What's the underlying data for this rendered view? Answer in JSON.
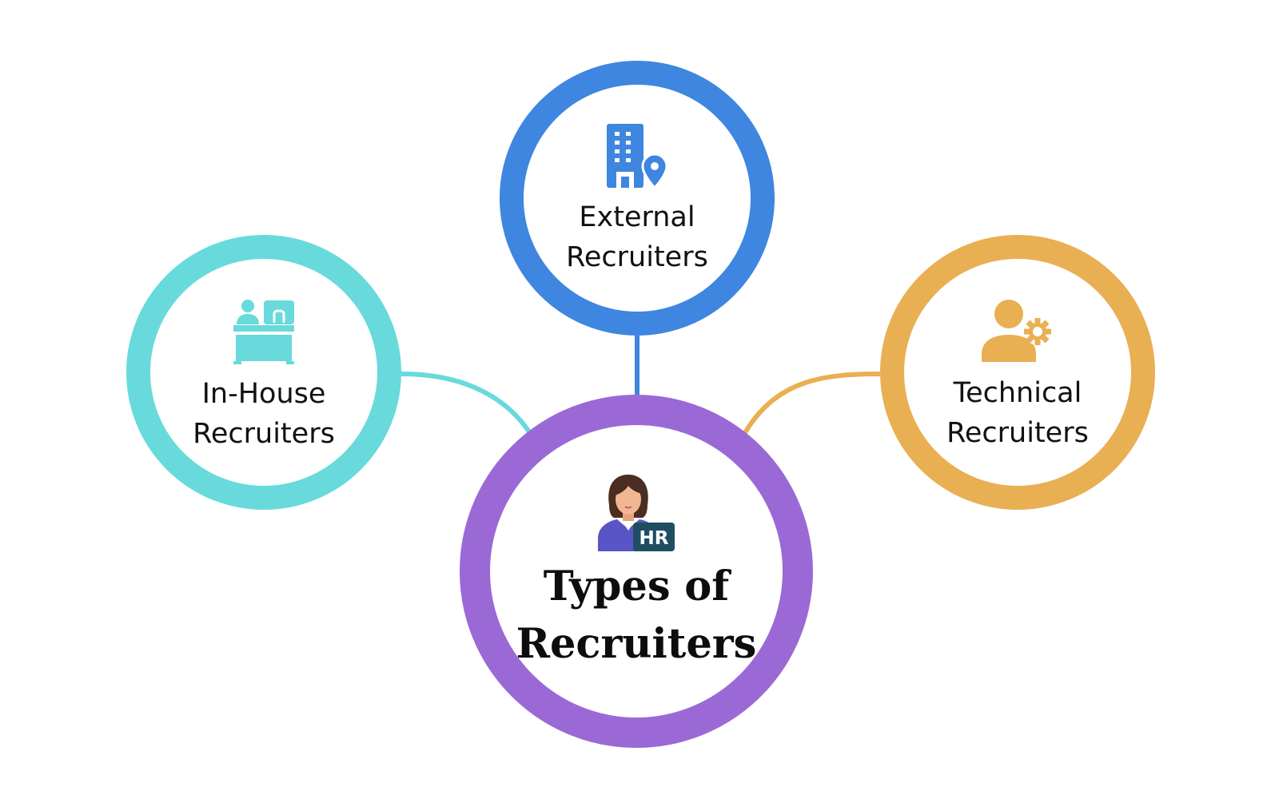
{
  "diagram": {
    "center": {
      "title_line1": "Types of",
      "title_line2": "Recruiters",
      "icon": "hr-recruiter-icon",
      "badge": "HR",
      "color": "#9a69d6"
    },
    "nodes": [
      {
        "id": "external",
        "line1": "External",
        "line2": "Recruiters",
        "icon": "building-location-icon",
        "color": "#3e86e0"
      },
      {
        "id": "in-house",
        "line1": "In-House",
        "line2": "Recruiters",
        "icon": "desk-worker-icon",
        "color": "#68dadb"
      },
      {
        "id": "technical",
        "line1": "Technical",
        "line2": "Recruiters",
        "icon": "user-gear-icon",
        "color": "#e9af53"
      }
    ]
  }
}
